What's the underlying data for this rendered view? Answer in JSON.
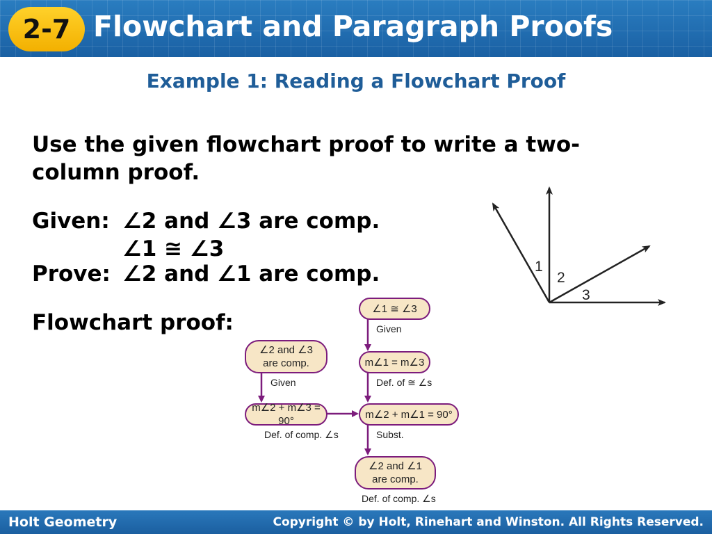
{
  "header": {
    "badge": "2-7",
    "title": "Flowchart and Paragraph Proofs"
  },
  "subtitle": "Example 1: Reading a Flowchart Proof",
  "instruction": {
    "line1": "Use the given flowchart proof to write a two-",
    "line2": "column proof."
  },
  "given": {
    "label": "Given:",
    "line1": "∠2 and ∠3 are comp.",
    "line2": "∠1 ≅ ∠3"
  },
  "prove": {
    "label": "Prove:",
    "text": "∠2 and ∠1 are comp."
  },
  "flowchart_label": "Flowchart proof:",
  "diagram": {
    "label1": "1",
    "label2": "2",
    "label3": "3"
  },
  "flowchart": {
    "box_a": "∠1 ≅ ∠3",
    "reason_a": "Given",
    "box_b": "m∠1 = m∠3",
    "reason_b": "Def. of ≅ ∠s",
    "box_c_line1": "∠2 and ∠3",
    "box_c_line2": "are comp.",
    "reason_c": "Given",
    "box_d": "m∠2 + m∠3 = 90°",
    "reason_d": "Def. of comp. ∠s",
    "box_e": "m∠2 + m∠1 = 90°",
    "reason_e": "Subst.",
    "box_f_line1": "∠2 and ∠1",
    "box_f_line2": "are comp.",
    "reason_f": "Def. of comp. ∠s"
  },
  "footer": {
    "left": "Holt Geometry",
    "right": "Copyright © by Holt, Rinehart and Winston. All Rights Reserved."
  },
  "colors": {
    "header_blue": "#1f6fb2",
    "badge_yellow": "#ffd12a",
    "subtitle_blue": "#1f5d98",
    "box_fill": "#f7e6c6",
    "box_border": "#7c1c7c",
    "arrow": "#7c1c7c"
  }
}
